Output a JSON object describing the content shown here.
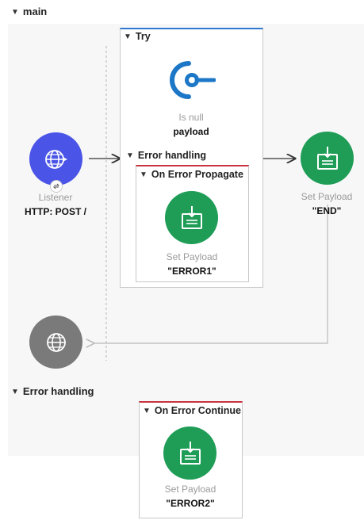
{
  "flow": {
    "name": "main",
    "try_scope": {
      "title": "Try",
      "processor": {
        "icon": "is-null-validation-icon",
        "label": "Is null",
        "value": "payload"
      },
      "error_handling": {
        "title": "Error handling",
        "handler": {
          "title": "On Error Propagate",
          "processor": {
            "icon": "set-payload-icon",
            "label": "Set Payload",
            "value": "\"ERROR1\""
          }
        }
      }
    },
    "source": {
      "icon": "globe-icon",
      "label": "Listener",
      "value": "HTTP: POST /"
    },
    "response_icon": "globe-icon",
    "end_processor": {
      "icon": "set-payload-icon",
      "label": "Set Payload",
      "value": "\"END\""
    }
  },
  "flow_error_handling": {
    "title": "Error handling",
    "handler": {
      "title": "On Error Continue",
      "processor": {
        "icon": "set-payload-icon",
        "label": "Set Payload",
        "value": "\"ERROR2\""
      }
    }
  },
  "colors": {
    "listener": "#4a55e8",
    "set_payload": "#1f9d57",
    "is_null": "#1d77c7",
    "response": "#7a7a7a",
    "try_border": "#2e78d0",
    "handler_border": "#c8343e",
    "connector": "#333333",
    "return_connector": "#b9b9b9"
  }
}
